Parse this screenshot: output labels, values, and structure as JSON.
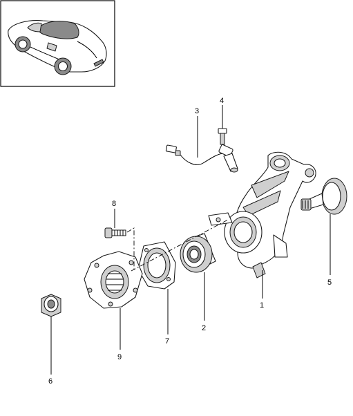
{
  "callouts": {
    "c1": "1",
    "c2": "2",
    "c3": "3",
    "c4": "4",
    "c5": "5",
    "c6": "6",
    "c7": "7",
    "c8": "8",
    "c9": "9"
  },
  "colors": {
    "line": "#1a1a1a",
    "shade": "#cfcfcf",
    "dark": "#8a8a8a",
    "background": "#ffffff"
  }
}
